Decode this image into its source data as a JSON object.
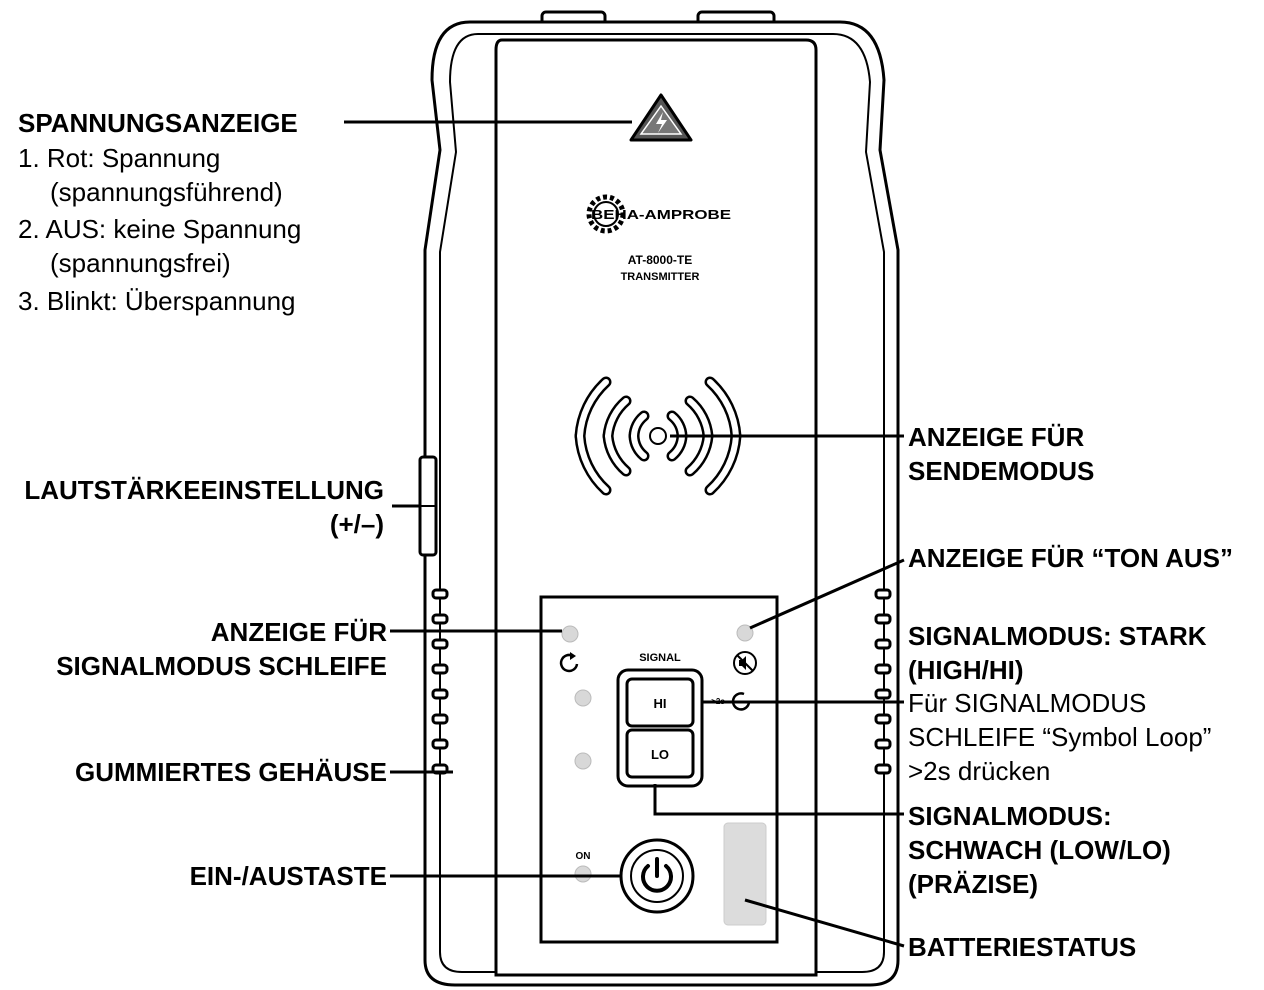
{
  "device": {
    "brand": "BEHA-AMPROBE",
    "model": "AT-8000-TE",
    "type": "TRANSMITTER",
    "panel": {
      "signal_label": "SIGNAL",
      "hi_label": "HI",
      "lo_label": "LO",
      "on_label": "ON",
      "hold_hint": ">2s"
    }
  },
  "callouts": {
    "voltage": {
      "title": "SPANNUNGSANZEIGE",
      "items": [
        "1.  Rot: Spannung",
        "(spannungsführend)",
        "2.  AUS: keine Spannung",
        "(spannungsfrei)",
        "3. Blinkt: Überspannung"
      ]
    },
    "volume": {
      "line1": "LAUTSTÄRKEEINSTELLUNG",
      "line2": "(+/–)"
    },
    "loop_indicator": {
      "line1": "ANZEIGE FÜR",
      "line2": "SIGNALMODUS SCHLEIFE"
    },
    "housing": "GUMMIERTES GEHÄUSE",
    "power": "EIN-/AUSTASTE",
    "transmit": {
      "line1": "ANZEIGE FÜR",
      "line2": "SENDEMODUS"
    },
    "mute": "ANZEIGE FÜR “TON AUS”",
    "signal_high": {
      "line1": "SIGNALMODUS: STARK",
      "line2": "(HIGH/HI)",
      "note1": "Für SIGNALMODUS",
      "note2": "SCHLEIFE “Symbol Loop”",
      "note3": ">2s drücken"
    },
    "signal_low": {
      "line1": "SIGNALMODUS:",
      "line2": "SCHWACH (LOW/LO)",
      "line3": "(PRÄZISE)"
    },
    "battery": "BATTERIESTATUS"
  }
}
